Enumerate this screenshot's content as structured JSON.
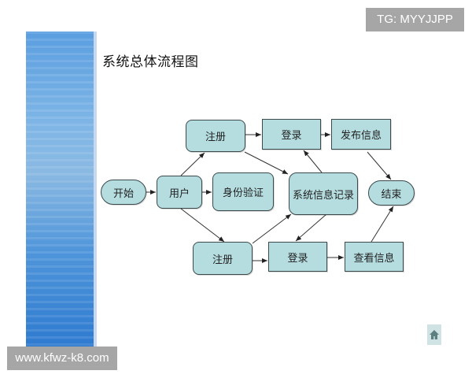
{
  "slide": {
    "title": "系统总体流程图"
  },
  "overlays": {
    "tg_badge": "TG: MYYJJPP",
    "watermark": "www.kfwz-k8.com"
  },
  "nav": {
    "home_icon": "home-icon"
  },
  "colors": {
    "node_fill": "#b5dde0",
    "node_border": "#3b4a4c",
    "panel_blue": "#4f95da",
    "badge_gray": "#a6a6a6"
  },
  "flowchart": {
    "nodes": {
      "start": "开始",
      "user": "用户",
      "auth": "身份验证",
      "register_top": "注册",
      "login_top": "登录",
      "publish": "发布信息",
      "system_record": "系统信息记录",
      "end": "结束",
      "register_bottom": "注册",
      "login_bottom": "登录",
      "view": "查看信息"
    },
    "edges": [
      [
        "开始",
        "用户"
      ],
      [
        "用户",
        "身份验证"
      ],
      [
        "用户",
        "注册(上)"
      ],
      [
        "用户",
        "注册(下)"
      ],
      [
        "注册(上)",
        "登录(上)"
      ],
      [
        "注册(上)",
        "系统信息记录"
      ],
      [
        "登录(上)",
        "发布信息"
      ],
      [
        "系统信息记录",
        "登录(上)"
      ],
      [
        "发布信息",
        "结束"
      ],
      [
        "注册(下)",
        "系统信息记录"
      ],
      [
        "注册(下)",
        "登录(下)"
      ],
      [
        "系统信息记录",
        "登录(下)"
      ],
      [
        "登录(下)",
        "查看信息"
      ],
      [
        "查看信息",
        "结束"
      ]
    ]
  }
}
